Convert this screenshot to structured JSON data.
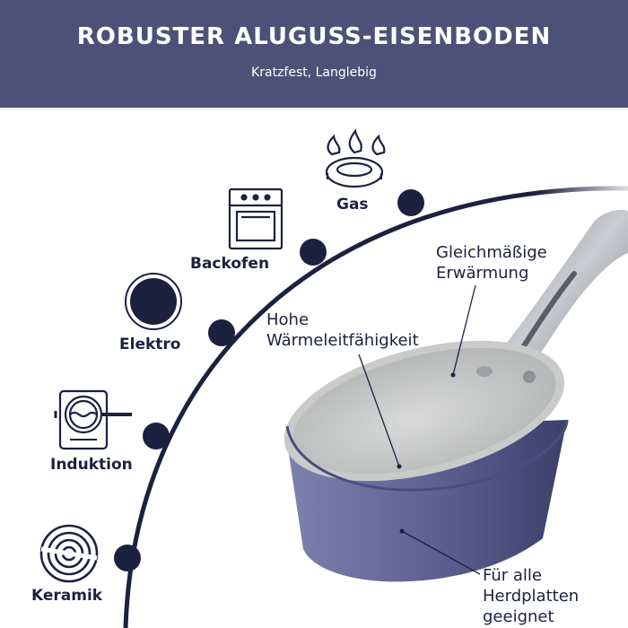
{
  "header": {
    "title": "ROBUSTER ALUGUSS-EISENBODEN",
    "subtitle": "Kratzfest, Langlebig"
  },
  "stovetypes": [
    {
      "label": "Gas",
      "icon": "gas-burner-icon"
    },
    {
      "label": "Backofen",
      "icon": "oven-icon"
    },
    {
      "label": "Elektro",
      "icon": "electric-plate-icon"
    },
    {
      "label": "Induktion",
      "icon": "induction-cooktop-icon"
    },
    {
      "label": "Keramik",
      "icon": "ceramic-plate-icon"
    }
  ],
  "callouts": {
    "even_heating_line1": "Gleichmäßige",
    "even_heating_line2": "Erwärmung",
    "conductivity_line1": "Hohe",
    "conductivity_line2": "Wärmeleitfähigkeit",
    "all_stoves_line1": "Für alle",
    "all_stoves_line2": "Herdplatten",
    "all_stoves_line3": "geeignet"
  },
  "colors": {
    "navy": "#1c2140",
    "header_bg": "#4e5177",
    "pan_body": "#5e6394",
    "ceramic": "#c9cbcb"
  }
}
